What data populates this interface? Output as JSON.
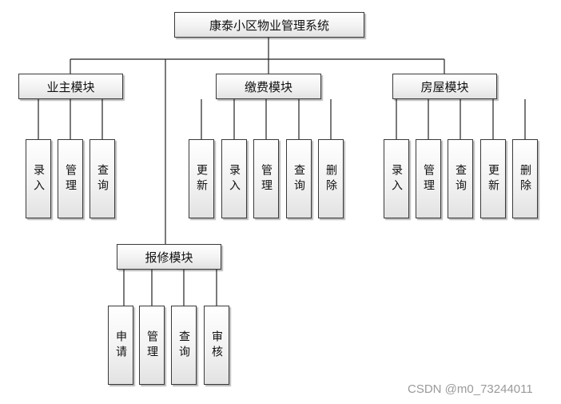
{
  "diagram": {
    "root": "康泰小区物业管理系统",
    "modules": [
      {
        "label": "业主模块",
        "children": [
          "录入",
          "管理",
          "查询"
        ]
      },
      {
        "label": "缴费模块",
        "children": [
          "更新",
          "录入",
          "管理",
          "查询",
          "删除"
        ]
      },
      {
        "label": "房屋模块",
        "children": [
          "录入",
          "管理",
          "查询",
          "更新",
          "删除"
        ]
      },
      {
        "label": "报修模块",
        "children": [
          "申请",
          "管理",
          "查询",
          "审核"
        ]
      }
    ]
  },
  "watermark": "CSDN @m0_73244011"
}
